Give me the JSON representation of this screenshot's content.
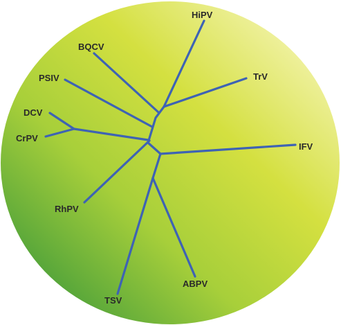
{
  "diagram": {
    "type": "unrooted phylogenetic tree",
    "background_colors": {
      "light": "#f4f3a8",
      "mid": "#c6dc3a",
      "dark": "#4da23c"
    },
    "branch_color": "#3e63b4",
    "label_color": "#2a2a2a",
    "taxa": {
      "hipv": "HiPV",
      "bqcv": "BQCV",
      "trv": "TrV",
      "psiv": "PSIV",
      "dcv": "DCV",
      "crpv": "CrPV",
      "ifv": "IFV",
      "rhpv": "RhPV",
      "tsv": "TSV",
      "abpv": "ABPV"
    }
  }
}
